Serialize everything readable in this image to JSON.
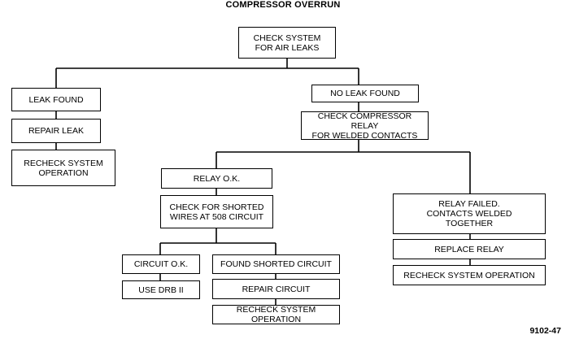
{
  "title": "COMPRESSOR OVERRUN",
  "footer": "9102-47",
  "nodes": {
    "check_system": "CHECK SYSTEM\nFOR AIR LEAKS",
    "leak_found": "LEAK FOUND",
    "repair_leak": "REPAIR LEAK",
    "recheck_system_1": "RECHECK SYSTEM\nOPERATION",
    "no_leak_found": "NO LEAK FOUND",
    "check_relay": "CHECK COMPRESSOR RELAY\nFOR WELDED CONTACTS",
    "relay_ok": "RELAY O.K.",
    "check_shorted": "CHECK FOR SHORTED\nWIRES AT 508 CIRCUIT",
    "relay_failed": "RELAY FAILED.\nCONTACTS WELDED\nTOGETHER",
    "replace_relay": "REPLACE RELAY",
    "recheck_system_3": "RECHECK SYSTEM OPERATION",
    "circuit_ok": "CIRCUIT O.K.",
    "use_drb": "USE DRB II",
    "found_shorted": "FOUND SHORTED CIRCUIT",
    "repair_circuit": "REPAIR CIRCUIT",
    "recheck_system_2": "RECHECK SYSTEM OPERATION"
  }
}
